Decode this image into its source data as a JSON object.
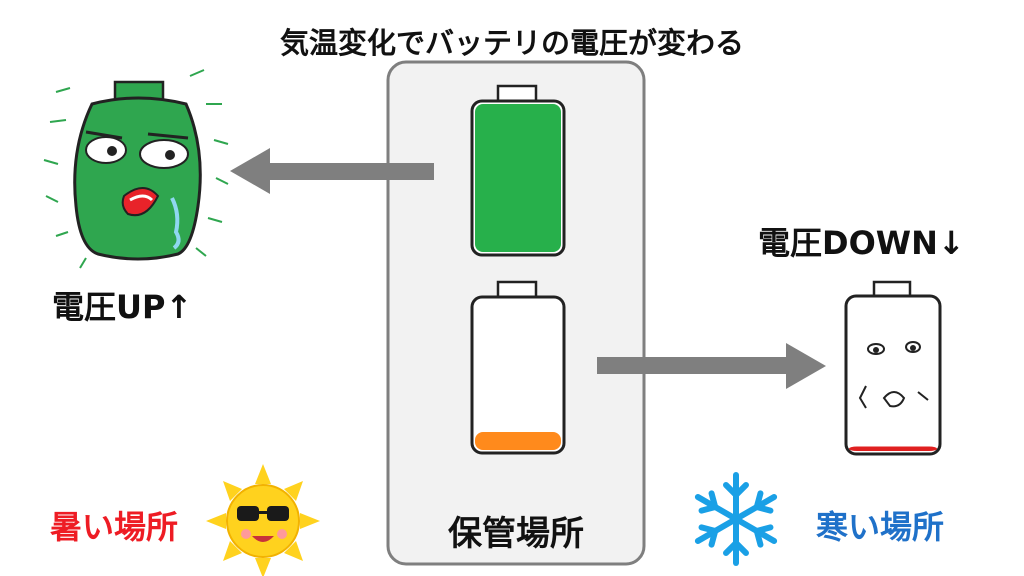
{
  "title": "気温変化でバッテリの電圧が変わる",
  "storage": {
    "label": "保管場所"
  },
  "hot": {
    "place_label": "暑い場所",
    "voltage_label": "電圧UP↑",
    "icon": "sun-with-sunglasses-icon"
  },
  "cold": {
    "place_label": "寒い場所",
    "voltage_label": "電圧DOWN↓",
    "icon": "snowflake-icon"
  },
  "batteries": {
    "full": {
      "level": 1.0,
      "color": "#27b04b"
    },
    "low": {
      "level": 0.12,
      "color": "#ff8a1c"
    },
    "swollen": {
      "color": "#2fa64f",
      "character": "sweating-battery"
    },
    "drained": {
      "level": 0.03,
      "color": "#e02020",
      "character": "shivering-battery"
    }
  },
  "colors": {
    "arrow": "#7f7f7f",
    "panel_fill": "#f2f2f2",
    "panel_border": "#7f7f7f",
    "hot_text": "#ee1c24",
    "cold_text": "#1f71c9",
    "sun": "#ffd21e",
    "snowflake": "#1aa0e6"
  }
}
